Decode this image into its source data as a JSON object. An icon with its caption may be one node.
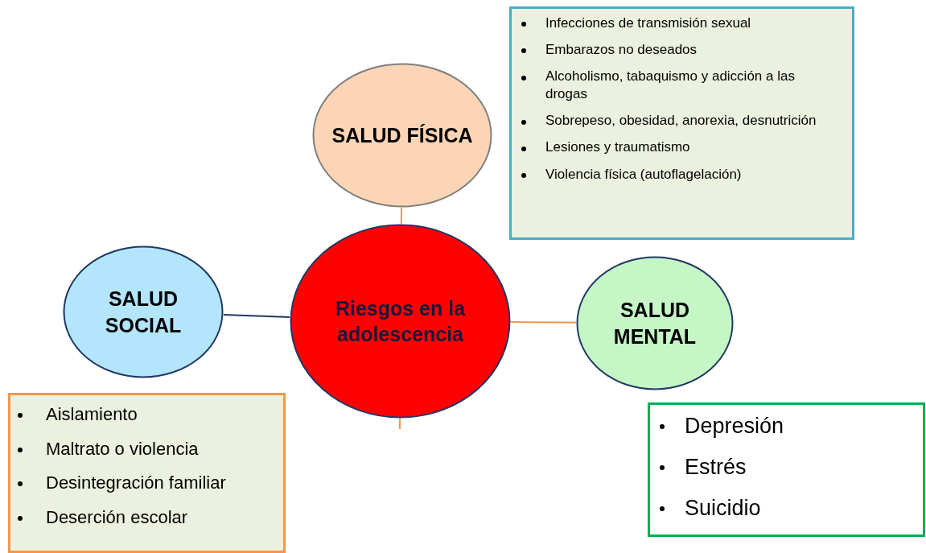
{
  "diagram": {
    "nodes": [
      {
        "text": [
          "Riesgos en la adolescencia"
        ]
      },
      {
        "text": [
          "SALUD FÍSICA"
        ]
      },
      {
        "text": [
          "Infecciones de transmisión sexual",
          "Embarazos no deseados",
          "Alcoholismo, tabaquismo y adicción a las drogas",
          "Sobrepeso, obesidad, anorexia, desnutrición",
          "Lesiones y traumatismo",
          "Violencia física (autoflagelación)"
        ]
      },
      {
        "text": [
          "SALUD SOCIAL"
        ]
      },
      {
        "text": [
          "Aislamiento",
          "Maltrato o violencia",
          "Desintegración familiar",
          "Deserción escolar"
        ]
      },
      {
        "text": [
          "SALUD MENTAL"
        ]
      },
      {
        "text": [
          "Depresión",
          "Estrés",
          "Suicidio"
        ]
      }
    ],
    "edges": [
      {
        "from": 0,
        "to": 1,
        "arrow": "none"
      },
      {
        "from": 0,
        "to": 3,
        "arrow": "none",
        "color": "#1f3864"
      },
      {
        "from": 0,
        "to": 5,
        "arrow": "none"
      },
      {
        "from": 0,
        "to": null,
        "arrow": "none"
      }
    ]
  }
}
